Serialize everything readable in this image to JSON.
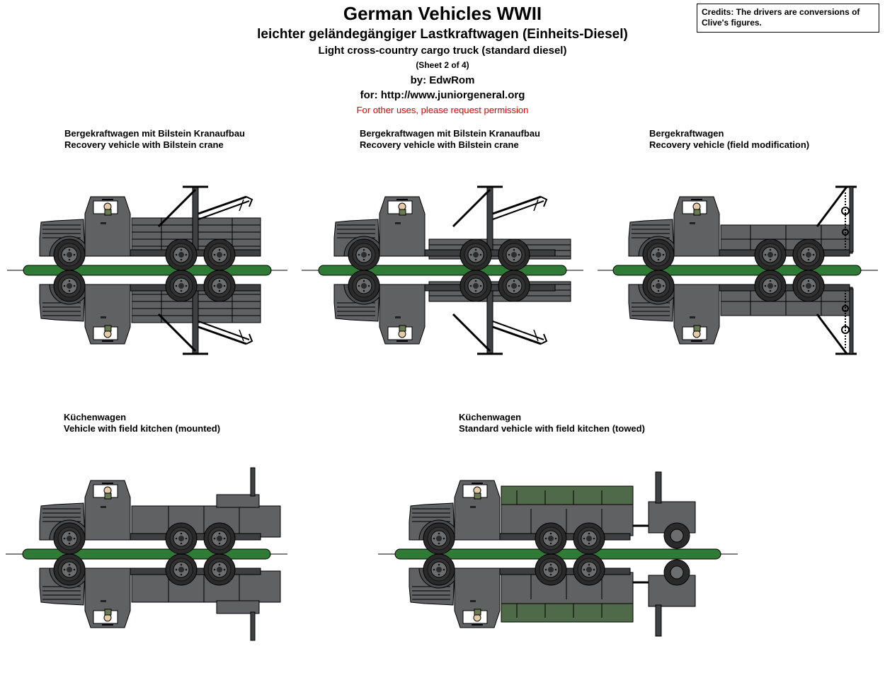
{
  "header": {
    "title": "German Vehicles WWII",
    "subtitle_de": "leichter geländegängiger Lastkraftwagen (Einheits-Diesel)",
    "subtitle_en": "Light cross-country cargo truck (standard diesel)",
    "sheet": "(Sheet 2 of 4)",
    "author": "by: EdwRom",
    "site": "for: http://www.juniorgeneral.org",
    "permission": "For other uses, please request permission"
  },
  "credits": {
    "line1": "Credits: The drivers are conversions of",
    "line2": "Clive's figures."
  },
  "vehicles": [
    {
      "name_de": "Bergekraftwagen mit Bilstein Kranaufbau",
      "name_en": "Recovery vehicle with Bilstein crane"
    },
    {
      "name_de": "Bergekraftwagen mit Bilstein Kranaufbau",
      "name_en": "Recovery vehicle with Bilstein crane"
    },
    {
      "name_de": "Bergekraftwagen",
      "name_en": "Recovery vehicle (field modification)"
    },
    {
      "name_de": "Küchenwagen",
      "name_en": "Vehicle with field kitchen (mounted)"
    },
    {
      "name_de": "Küchenwagen",
      "name_en": "Standard vehicle with field kitchen (towed)"
    }
  ],
  "colors": {
    "panzer_grey": "#5f6163",
    "dark_grey": "#3e4042",
    "base_green": "#2f7a35",
    "canvas_green": "#4f6a48",
    "credit_red": "#e00000"
  }
}
